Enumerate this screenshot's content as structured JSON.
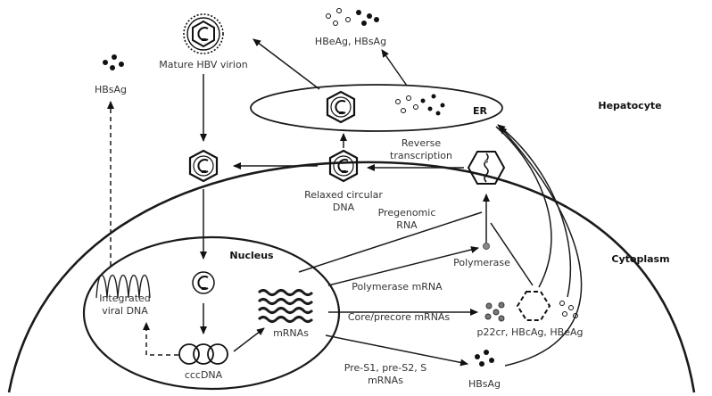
{
  "compartments": {
    "hepatocyte": "Hepatocyte",
    "cytoplasm": "Cytoplasm",
    "nucleus": "Nucleus",
    "er": "ER"
  },
  "labels": {
    "mature_virion": "Mature HBV virion",
    "secreted_antigens": "HBeAg, HBsAg",
    "hbsag_top": "HBsAg",
    "reverse_transcription_1": "Reverse",
    "reverse_transcription_2": "transcription",
    "relaxed_circular_1": "Relaxed circular",
    "relaxed_circular_2": "DNA",
    "pregenomic_1": "Pregenomic",
    "pregenomic_2": "RNA",
    "polymerase": "Polymerase",
    "polymerase_mrna": "Polymerase mRNA",
    "integrated_1": "Integrated",
    "integrated_2": "viral DNA",
    "cccdna": "cccDNA",
    "mrnas": "mRNAs",
    "core_precore": "Core/precore mRNAs",
    "p22cr": "p22cr, HBcAg, HBeAg",
    "pre_s_1": "Pre-S1, pre-S2, S",
    "pre_s_2": "mRNAs",
    "hbsag_bottom": "HBsAg"
  },
  "icons": [
    "hbv-virion-icon",
    "capsid-icon",
    "cccdna-icon",
    "mrna-wave-icon",
    "nucleocapsid-icon"
  ]
}
